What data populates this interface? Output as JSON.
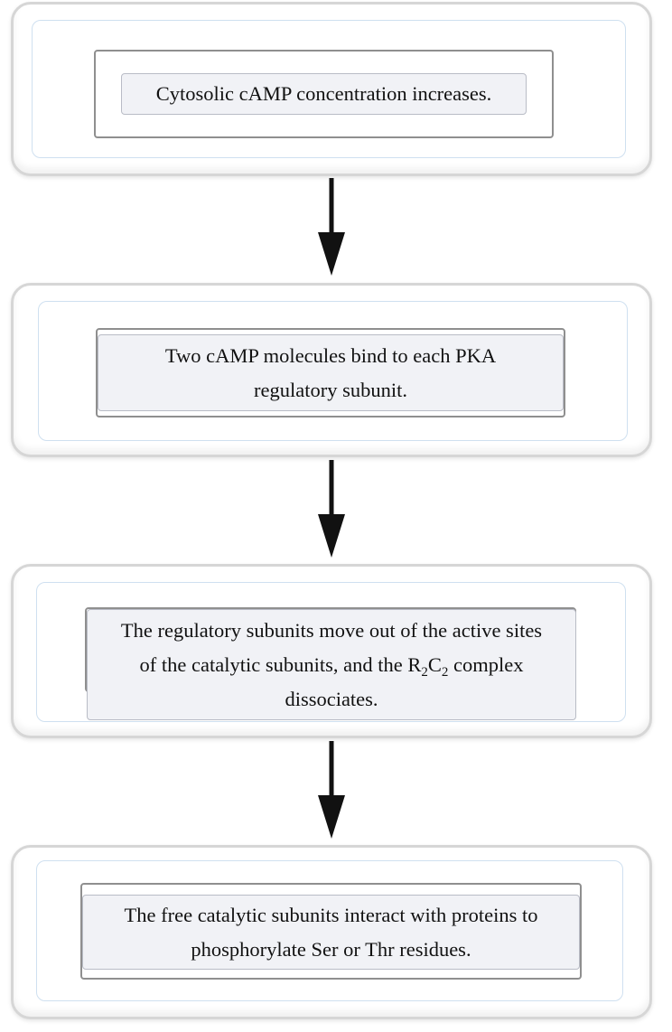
{
  "steps": [
    {
      "text": "Cytosolic cAMP concentration increases."
    },
    {
      "text": "Two cAMP molecules bind to each PKA regulatory subunit."
    },
    {
      "text_before": "The regulatory subunits move out of the active sites of the catalytic subunits, and the ",
      "formula_r": "R",
      "formula_r_sub": "2",
      "formula_c": "C",
      "formula_c_sub": "2",
      "text_after": " complex dissociates."
    },
    {
      "text": "The free catalytic subunits interact with proteins to phosphorylate Ser or Thr residues."
    }
  ],
  "colors": {
    "arrow": "#111111",
    "card_fill": "#f1f2f6",
    "outer_border": "#d6d6d6",
    "inner_border": "#cfe0f0"
  }
}
